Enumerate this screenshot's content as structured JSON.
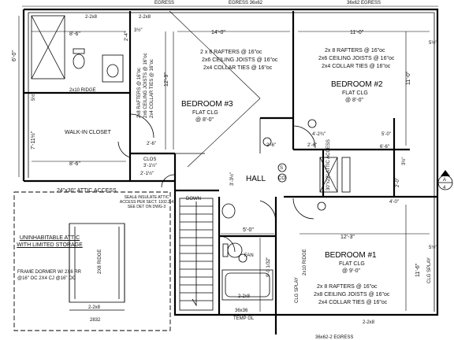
{
  "labels": {
    "egress_1": "EGRESS",
    "egress_2": "EGRESS 36x62",
    "egress_3": "36x62 EGRESS",
    "egress_4": "36x62-2 EGRESS",
    "dim_2x8_a": "2-2x8",
    "dim_2x8_b": "2-2x8",
    "dim_8_6_top": "8'-6\"",
    "dim_6_0": "6'-0\"",
    "dim_3_5_half": "3½\"",
    "dim_14_0": "14'-0\"",
    "dim_11_0_top": "11'-0\"",
    "dim_5_half_a": "5½\"",
    "dim_2_4": "2'-4\"",
    "dim_12_9": "12'-9\"",
    "dim_11_0_side": "11'-0\"",
    "ridge_2x10": "2x10 RIDGE",
    "dim_5_half_b": "5½\"",
    "dim_7_11": "7'-11½\"",
    "closet": "WALK-IN CLOSET",
    "dim_8_6_bottom": "8'-6\"",
    "clos": "CLOS",
    "dim_3_1": "3'-1½\"",
    "dim_2_1": "2'-1½\"",
    "dim_2_6_a": "2'-6\"",
    "dim_2_6_b": "2'-6\"",
    "dim_2_6_c": "2'-6\"",
    "dim_4_2": "4'-2¾\"",
    "dim_5_0_r": "5'-0\"",
    "dim_6_6": "6'-6\"",
    "dim_3_5_half_b": "3½\"",
    "dim_2_0": "2'-0\"",
    "dim_4_0": "4'-0\"",
    "dim_3_3": "3'-3½\"",
    "hall": "HALL",
    "attic_access": "24\"x30\" ATTIC ACCESS",
    "seal_note": "SEAL& INSULATE ATTIC ACCESS PER SECT. 1102.2.4 SEE DET ON DWG-3",
    "attic_access_right": "30\"x22\" ATTIC ACCESS",
    "down": "DOWN",
    "uninhabitable": "UNINHABITABLE ATTIC WITH LIMITED STORAGE",
    "ridge_2x8": "2X8 RIDGE",
    "dormer": "FRAME DORMER W/ 2X6 RR @16\" OC 2X4 CJ @16\" OC",
    "dim_2x8_c": "2-2x8",
    "dim_2832": "2832",
    "dim_5_0_bath": "5'-0\"",
    "fan": "FAN",
    "dim_9_0": "9'-0 1/32\"",
    "dim_2x8_d": "2-2x8",
    "dim_36x36": "36x36",
    "temp_gl": "TEMP GL",
    "dim_12_3": "12'-3\"",
    "dim_11_6": "11'-6\"",
    "dim_5_half_c": "5½\"",
    "clg_splay_l": "CLG SPLAY",
    "clg_splay_r": "CLG SPLAY",
    "ridge_2x10_b": "2x10 RIDGE",
    "dim_2x8_e": "2-2x8",
    "section_mark_letter": "A",
    "section_mark_num": "4",
    "symbol_s": "S",
    "symbol_co": "CO"
  },
  "rooms": {
    "bedroom3": {
      "name": "BEDROOM #3",
      "ceiling": "FLAT CLG",
      "height": "@ 8'-0\""
    },
    "bedroom2": {
      "name": "BEDROOM #2",
      "ceiling": "FLAT CLG",
      "height": "@ 8'-0\""
    },
    "bedroom1": {
      "name": "BEDROOM #1",
      "ceiling": "FLAT CLG",
      "height": "@ 9'-0\""
    }
  },
  "framing": {
    "b3_rafters": "2 x 8 RAFTERS @ 16\"oc",
    "b3_joists": "2x6 CEILING JOISTS @ 16\"oc",
    "b3_collar": "2x4 COLLAR TIES @ 16\"oc",
    "b3v_rafters": "2x8 RAFTERS @ 16\"oc",
    "b3v_joists": "2x6 CEILING JOISTS @ 16\"oc",
    "b3v_collar": "2x4 COLLAR TIES @ 16\"oc",
    "b2_rafters": "2x 8 RAFTERS @ 16\"oc",
    "b2_joists": "2x6 CEILING JOISTS @ 16\"oc",
    "b2_collar": "2x4 COLLAR TIES @ 16\"oc",
    "b1_rafters": "2x 8 RAFTERS @ 16\"oc",
    "b1_joists": "2x8 CEILING JOISTS @ 16\"oc",
    "b1_collar": "2x4 COLLAR TIES @ 16\"oc"
  }
}
